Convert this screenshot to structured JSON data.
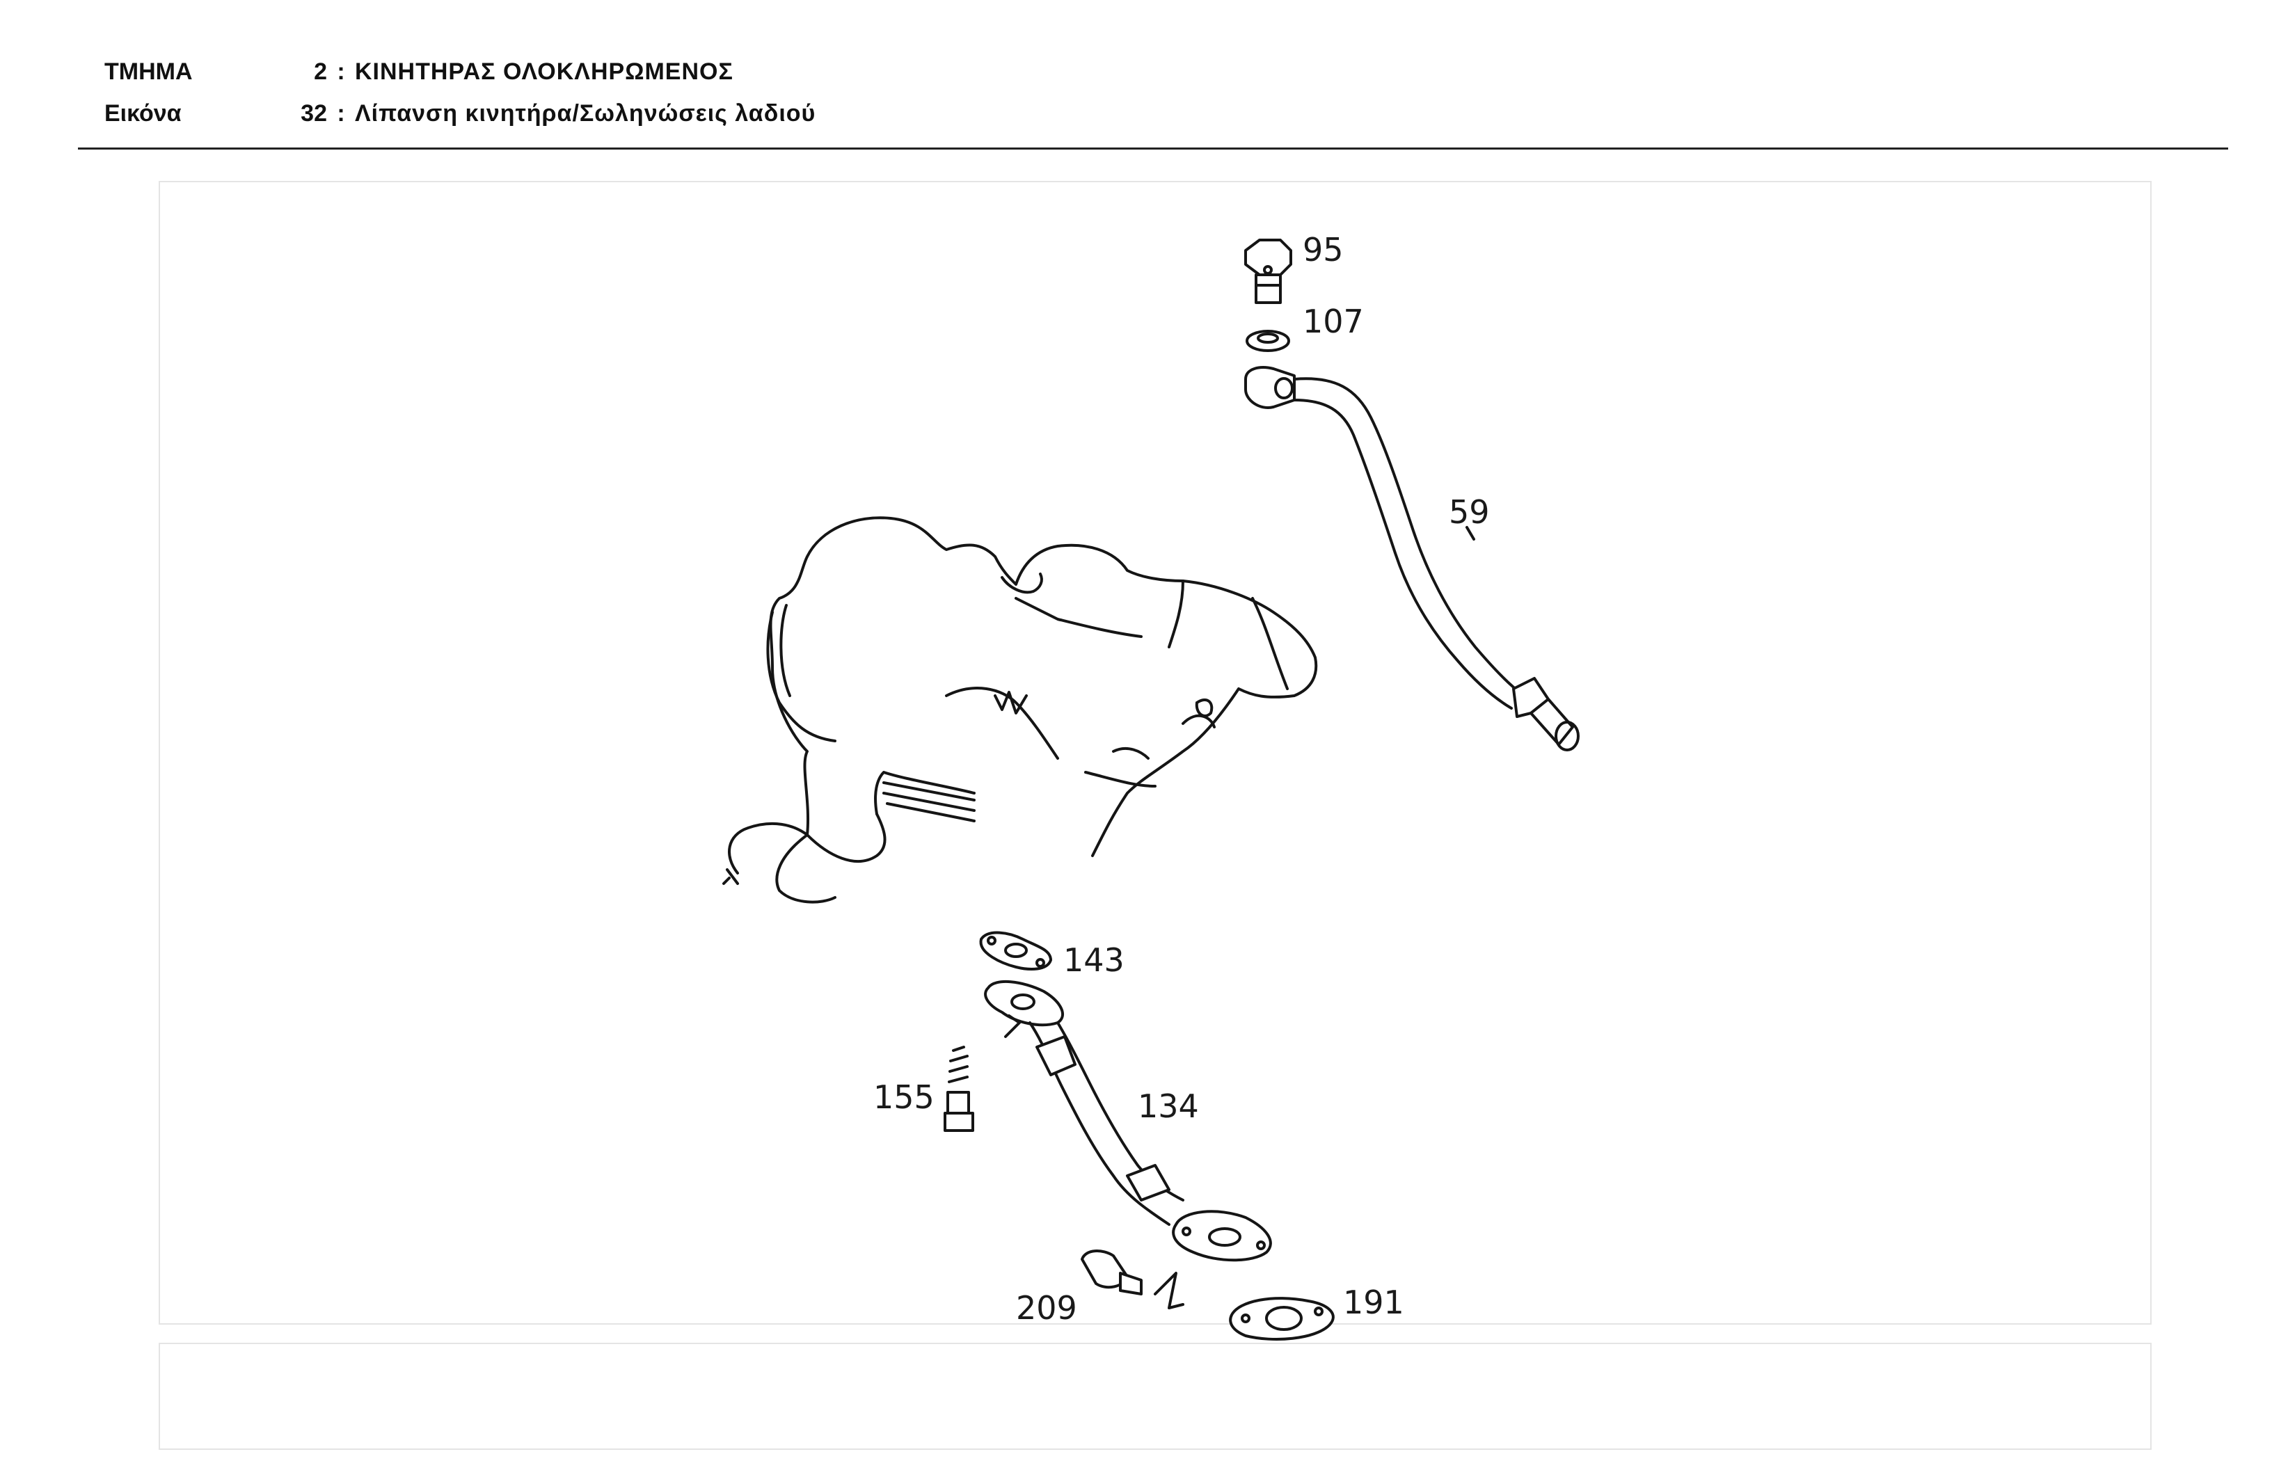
{
  "header": {
    "section_key": "ΤΜΗΜΑ",
    "section_num": "2",
    "section_sep": ":",
    "section_title": "ΚΙΝΗΤΗΡΑΣ  ΟΛΟΚΛΗΡΩΜΕΝΟΣ",
    "figure_key": "Εικόνα",
    "figure_num": "32",
    "figure_sep": ":",
    "figure_title": "Λίπανση κινητήρα/Σωληνώσεις λαδιού"
  },
  "callouts": {
    "p95": "95",
    "p107": "107",
    "p59": "59",
    "p143": "143",
    "p134": "134",
    "p155": "155",
    "p209": "209",
    "p191": "191"
  }
}
